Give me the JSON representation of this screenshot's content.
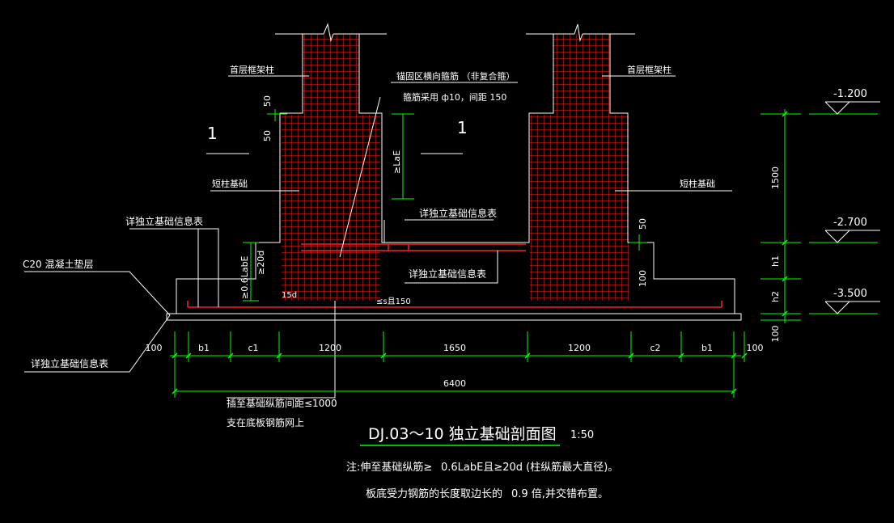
{
  "labels": {
    "col_left": "首层框架柱",
    "col_right": "首层框架柱",
    "stirrup_title": "锚固区横向箍筋 （非复合箍）",
    "stirrup_spec": "箍筋采用 ф10，间距 150",
    "short_col_left": "短柱基础",
    "short_col_right": "短柱基础",
    "info_1": "详独立基础信息表",
    "info_2": "详独立基础信息表",
    "info_3": "详独立基础信息表",
    "info_4": "详独立基础信息表",
    "c20": "C20 混凝土垫层",
    "anchor": "≥0.6LabE",
    "anchor_2": "≥20d",
    "loe": "≥LaE",
    "d15": "15d",
    "spacing": "≤s且150",
    "insert_1": "插至基础纵筋间距≤1000",
    "insert_2": "支在底板钢筋网上",
    "section_mark_l": "1",
    "section_mark_r": "1"
  },
  "dims": {
    "bottom": [
      "100",
      "b1",
      "c1",
      "1200",
      "1650",
      "1200",
      "c2",
      "b1",
      "100"
    ],
    "total": "6400",
    "right_v": [
      "1500",
      "h1",
      "h2",
      "100"
    ],
    "d50_a": "50",
    "d50_b": "50",
    "d50_c": "50",
    "d100": "100"
  },
  "elevations": [
    "-1.200",
    "-2.700",
    "-3.500"
  ],
  "title": {
    "main": "DJ.03～10  独立基础剖面图",
    "scale": "1:50"
  },
  "notes": {
    "line1_a": "注:伸至基础纵筋≥",
    "line1_b": "0.6LabE且≥20d (柱纵筋最大直径)。",
    "line2_a": "板底受力钢筋的长度取边长的",
    "line2_b": "0.9 倍,并交错布置。"
  },
  "colors": {
    "rebar": "#ff2020",
    "outline": "#ffffff",
    "dim": "#00ff00",
    "text": "#ffffff"
  }
}
